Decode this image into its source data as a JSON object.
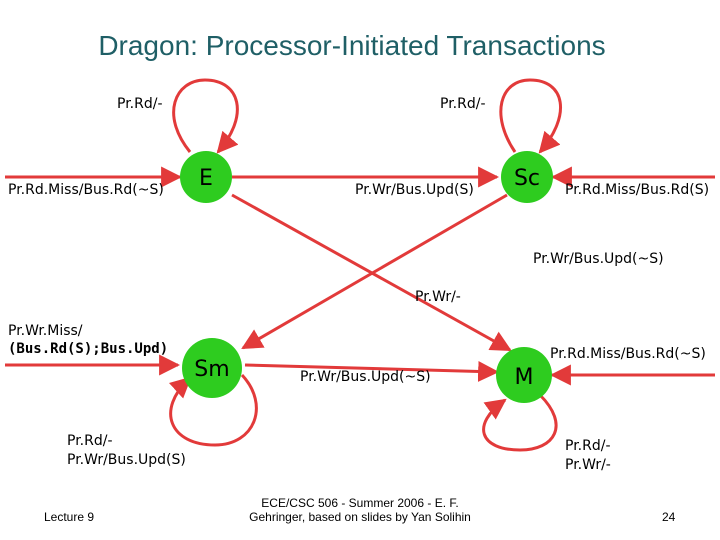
{
  "title": "Dragon: Processor-Initiated Transactions",
  "colors": {
    "state_fill": "#2ecc1f",
    "arrow": "#e23a3a",
    "title": "#1f5f66"
  },
  "states": {
    "E": {
      "label": "E"
    },
    "Sc": {
      "label": "Sc"
    },
    "Sm": {
      "label": "Sm"
    },
    "M": {
      "label": "M"
    }
  },
  "transitions": {
    "e_self": "Pr.Rd/-",
    "sc_self": "Pr.Rd/-",
    "to_e": "Pr.Rd.Miss/Bus.Rd(~S)",
    "e_to_sc": "Pr.Wr/Bus.Upd(S)",
    "to_sc": "Pr.Rd.Miss/Bus.Rd(S)",
    "sc_to_sm": "Pr.Wr/Bus.Upd(~S)",
    "e_to_m": "Pr.Wr/-",
    "to_sm_line1": "Pr.Wr.Miss/",
    "to_sm_line2": "(Bus.Rd(S);Bus.Upd)",
    "sm_to_m": "Pr.Wr/Bus.Upd(~S)",
    "to_m": "Pr.Rd.Miss/Bus.Rd(~S)",
    "sm_self_line1": "Pr.Rd/-",
    "sm_self_line2": "Pr.Wr/Bus.Upd(S)",
    "m_self_line1": "Pr.Rd/-",
    "m_self_line2": "Pr.Wr/-"
  },
  "footer": {
    "left": "Lecture 9",
    "center_line1": "ECE/CSC 506 - Summer 2006 - E. F.",
    "center_line2": "Gehringer, based on slides by Yan Solihin",
    "page": "24"
  }
}
